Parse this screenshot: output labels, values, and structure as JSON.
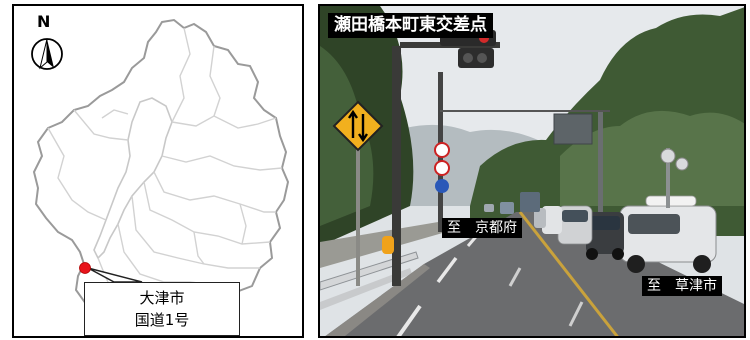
{
  "map": {
    "north_label": "N",
    "callout_line1": "大津市",
    "callout_line2": "国道1号",
    "marker_color": "#e8141b",
    "outline_color": "#9a9a9a"
  },
  "photo": {
    "title": "瀬田橋本町東交差点",
    "direction_kyoto": "至　京都府",
    "direction_kusatsu": "至　草津市"
  }
}
